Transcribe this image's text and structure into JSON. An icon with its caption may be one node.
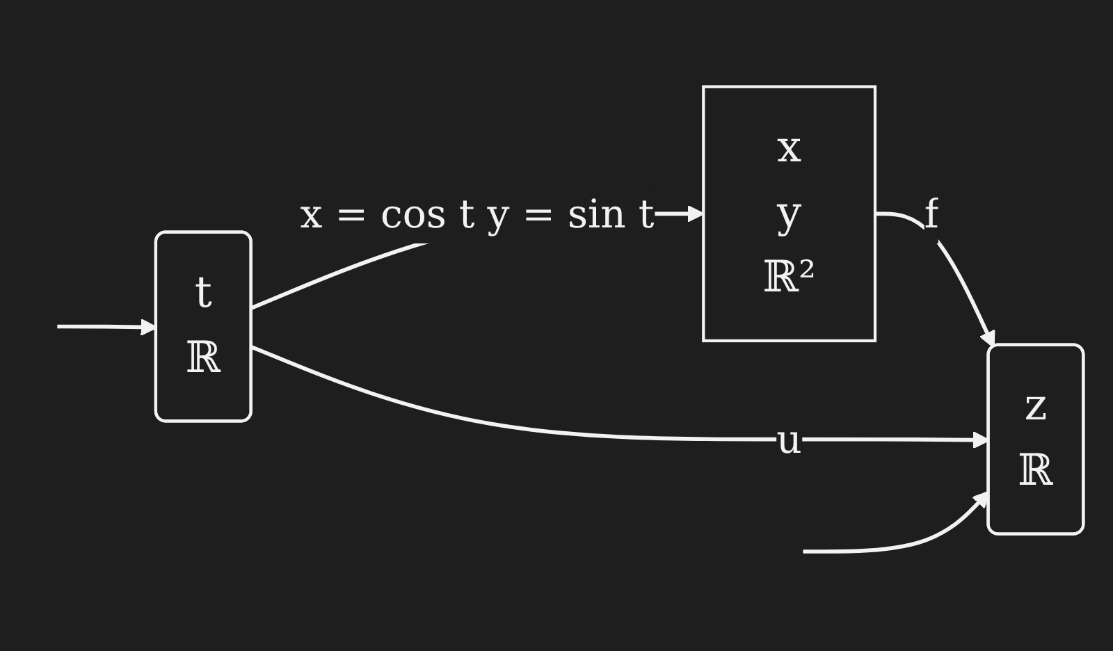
{
  "diagram": {
    "nodes": [
      {
        "text": [
          "t",
          "ℝ"
        ]
      },
      {
        "text": [
          "x",
          "y",
          "ℝ²"
        ]
      },
      {
        "text": [
          "z",
          "ℝ"
        ]
      }
    ],
    "edges": [
      {
        "from": null,
        "to": 0,
        "arrow": "to"
      },
      {
        "from": 0,
        "to": 1,
        "label": "x = cos t y = sin t",
        "arrow": "to"
      },
      {
        "from": 1,
        "to": 2,
        "label": "f",
        "arrow": "to"
      },
      {
        "from": 0,
        "to": 2,
        "label": "u",
        "arrow": "to"
      },
      {
        "from": null,
        "to": 2,
        "arrow": "to"
      }
    ]
  }
}
